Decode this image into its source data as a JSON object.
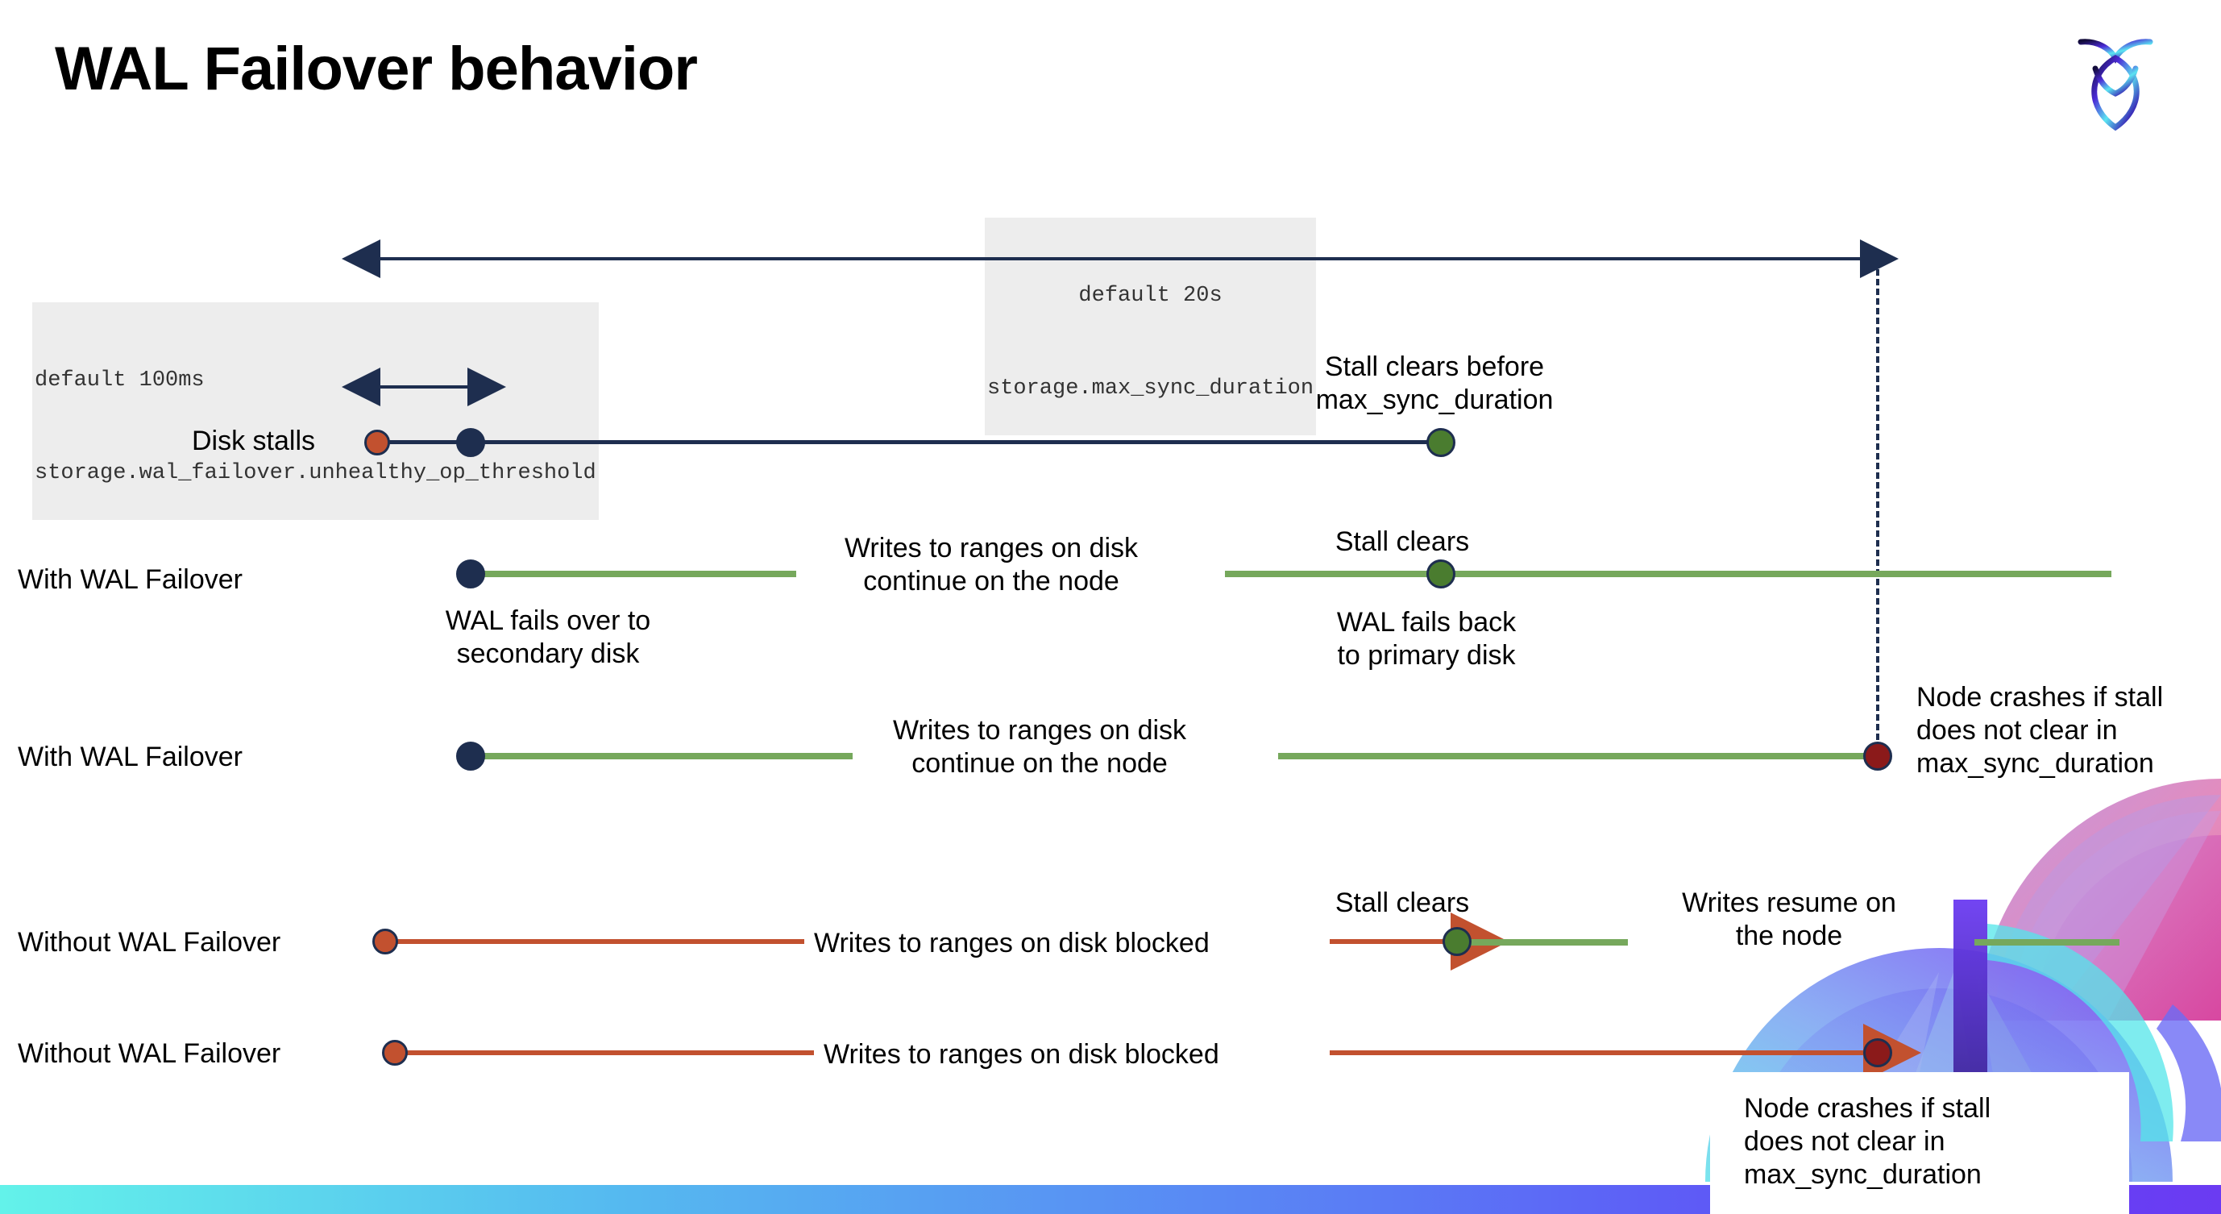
{
  "page": {
    "title": "WAL Failover behavior",
    "logo_name": "cockroachdb-logo"
  },
  "colors": {
    "navy": "#1E2E4F",
    "orange": "#C2512F",
    "green_line": "#76A85C",
    "green_dot": "#4A7C2F",
    "dark_red": "#8B1A1A",
    "chip_bg": "#EDEDED",
    "strip_from": "#63F2EA",
    "strip_to": "#6B3BF2"
  },
  "annotations": {
    "max_sync": {
      "default": "default 20s",
      "setting": "storage.max_sync_duration"
    },
    "unhealthy_threshold": {
      "default": "default 100ms",
      "setting": "storage.wal_failover.unhealthy_op_threshold"
    }
  },
  "rows": [
    {
      "id": "disk-stalls",
      "label": "Disk stalls",
      "notes": [
        {
          "id": "stall-clears-before",
          "text": "Stall clears before\nmax_sync_duration"
        }
      ]
    },
    {
      "id": "with-wal-failover-1",
      "label": "With WAL Failover",
      "notes": [
        {
          "id": "writes-continue-1",
          "text": "Writes to ranges on disk\ncontinue on the node"
        },
        {
          "id": "wal-fails-over",
          "text": "WAL fails over to\nsecondary disk"
        },
        {
          "id": "stall-clears-1",
          "text": "Stall clears"
        },
        {
          "id": "wal-fails-back",
          "text": "WAL fails  back\nto primary disk"
        }
      ]
    },
    {
      "id": "with-wal-failover-2",
      "label": "With WAL Failover",
      "notes": [
        {
          "id": "writes-continue-2",
          "text": "Writes to ranges on disk\ncontinue on the node"
        },
        {
          "id": "node-crashes-1",
          "text": "Node crashes if stall\ndoes not clear in\nmax_sync_duration"
        }
      ]
    },
    {
      "id": "without-wal-failover-1",
      "label": "Without WAL Failover",
      "notes": [
        {
          "id": "writes-blocked-1",
          "text": "Writes to ranges on disk  blocked"
        },
        {
          "id": "stall-clears-2",
          "text": "Stall clears"
        },
        {
          "id": "writes-resume",
          "text": "Writes resume on\nthe node"
        }
      ]
    },
    {
      "id": "without-wal-failover-2",
      "label": "Without WAL Failover",
      "notes": [
        {
          "id": "writes-blocked-2",
          "text": "Writes to ranges on disk  blocked"
        },
        {
          "id": "node-crashes-2",
          "text": "Node crashes if stall\ndoes not clear in\nmax_sync_duration"
        }
      ]
    }
  ],
  "markers": {
    "disk_stall_start": "stall-start-marker",
    "failover_trigger": "failover-trigger-marker",
    "stall_clear": "stall-clear-marker",
    "node_crash": "node-crash-marker"
  }
}
